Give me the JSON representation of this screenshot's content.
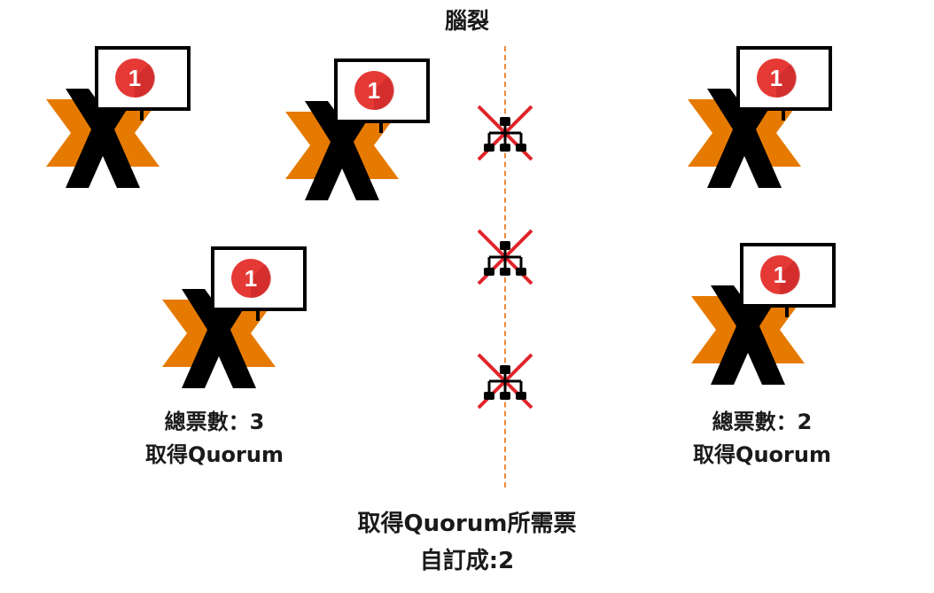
{
  "title": "腦裂",
  "nodes": [
    {
      "vote_badge": "1"
    },
    {
      "vote_badge": "1"
    },
    {
      "vote_badge": "1"
    },
    {
      "vote_badge": "1"
    },
    {
      "vote_badge": "1"
    }
  ],
  "left_group": {
    "total_votes": "總票數：3",
    "status": "取得Quorum"
  },
  "right_group": {
    "total_votes": "總票數：2",
    "status": "取得Quorum"
  },
  "footer": {
    "line1": "取得Quorum所需票",
    "line2": "自訂成:2"
  },
  "colors": {
    "logo_orange": "#e67a00",
    "logo_black": "#000000",
    "badge_red": "#e53935",
    "cross_red": "#e0242b",
    "divider_orange": "#f08a3a"
  },
  "icons": [
    "proxmox-logo-icon",
    "monitor-icon",
    "network-switch-icon",
    "cross-icon"
  ]
}
